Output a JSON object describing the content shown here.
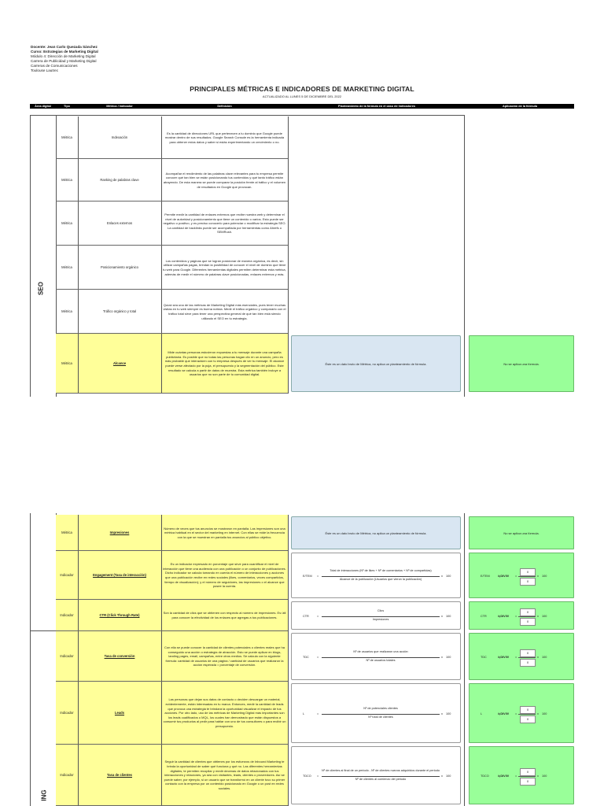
{
  "header": {
    "docente": "Docente: Jean Carlo Quezada Sánchez",
    "curso": "Curso: Estrategias de Marketing Digital",
    "modulo": "Módulo 4: Dirección de Marketing Digital",
    "carrera1": "Carrera de Publicidad y Marketing Digital",
    "carrera2": "Carreras de Comunicaciones",
    "inst": "Toulouse Lautrec"
  },
  "title": "PRINCIPALES MÉTRICAS E INDICADORES DE MARKETING DIGITAL",
  "subtitle": "ACTUALIZADO AL LUNES 5 DE DICIEMBRE DEL 2022",
  "columns": {
    "area": "Área digital",
    "tipo": "Tipo",
    "metrica": "Métrica / Indicador",
    "definicion": "Definición",
    "planteamiento": "Planteamiento de la fórmula en el caso de Indicadores",
    "aplicacion": "Aplicación de la fórmula"
  },
  "areas": {
    "seo": "SEO",
    "ing": "ING"
  },
  "page1_rows": [
    {
      "tipo": "Métrica",
      "metrica": "Indexación",
      "definicion": "Es la cantidad de direcciones URL que pertenecen a tu dominio que Google puede mostrar dentro de sus resultados. Google Search Console es la herramienta indicada para obtener estos datos y saber si estás experimentando un crecimiento o no."
    },
    {
      "tipo": "Métrica",
      "metrica": "Ranking de palabras clave",
      "definicion": "Acompañar el rendimiento de las palabras clave relevantes para tu empresa permite conocer qué tan bien se están posicionando tus contenidos y qué tanto tráfico están atrayendo. De esta manera se puede comparar la posición frente al tráfico y el volumen de resultados en Google que provocan."
    },
    {
      "tipo": "Métrica",
      "metrica": "Enlaces externos",
      "definicion": "Permite medir la cantidad de enlaces externos que recibe nuestra web y determinar el nivel de autoridad y posicionamiento que tiene un contenido o varios. Esto puede ser negativo o positivo, y es preciso conocerlo para potenciar o modificar la estrategia SEO. La cantidad de backlinks puede ser acompañada por herramientas como Ahrefs o SEMRush."
    },
    {
      "tipo": "Métrica",
      "metrica": "Posicionamiento orgánico",
      "definicion": "Los contenidos y páginas que se logran posicionar de manera orgánica, es decir, sin utilizar campañas pagas, brindan la posibilidad de conocer el nivel de dominio que tiene tu web para Google. Diferentes herramientas digitales permiten determinar esta métrica, además de medir el número de palabras clave posicionadas, enlaces externos y más."
    },
    {
      "tipo": "Métrica",
      "metrica": "Tráfico orgánico y total",
      "definicion": "Quizá sea una de las métricas de Marketing Digital más esenciales, pues tener muchas visitas en tu web siempre es buena noticia. Medir el tráfico orgánico y compararlo con el tráfico total sirve para tener una perspectiva general de qué tan bien está siendo utilizado el SEO en tu estrategia."
    },
    {
      "tipo": "Métrica",
      "metrica": "Alcance",
      "definicion": "Mide cuántas personas estuvieron expuestas a tu mensaje durante una campaña publicitaria. Es posible que no todas las personas hagan clic en un anuncio, pero es más probable que interactúen con tu empresa después de ver tu mensaje. El alcance puede verse afectado por la puja, el presupuesto y la segmentación del público. Este resultado se calcula a partir de datos de muestra. Esta métrica también incluye a usuarios que no son parte de tu comunidad digital.",
      "plan": "Éste es un dato bruto de Métrica, no aplica un planteamiento de fórmula.",
      "apl": "No se aplica una fórmula."
    }
  ],
  "page2_rows": [
    {
      "tipo": "Métrica",
      "metrica": "Impresiones",
      "definicion": "Número de veces que tus anuncios se mostraron en pantalla. Las impresiones son una métrica habitual en el sector del marketing en internet. Con ellas se mide la frecuencia con la que se muestran en pantalla tus anuncios al público objetivo.",
      "plan": "Éste es un dato bruto de Métrica, no aplica un planteamiento de fórmula.",
      "apl": "No se aplica una fórmula."
    },
    {
      "tipo": "Indicador",
      "metrica": "Engagement (Tasa de interacción)",
      "definicion": "Es un indicador expresado en porcentaje que sirve para cuantificar el nivel de interacción que tiene una audiencia con una publicación o un conjunto de publicaciones. Dicho indicador se calcula tomando en cuenta el número de interacciones y acciones que una publicación recibe en redes sociales (likes, comentarios, veces compartidos, tiempo de visualización); y el número de seguidores, las impresiones o el alcance que posee la cuenta.",
      "f_label": "E/TEM",
      "f_num": "Total de interacciones (Nº de likes + Nº de comentarios + Nº de compartidas)",
      "f_den": "Alcance de la publicación (Usuarios que vieron la publicación)",
      "a_label": "E/TEM",
      "a_res": "#¡DIV/0!"
    },
    {
      "tipo": "Indicador",
      "metrica": "CTR (Click Through Rate)",
      "definicion": "Son la cantidad de clics que se obtienen con respecto al número de impresiones. Es útil para conocer la efectividad de los enlaces que agregas a tus publicaciones.",
      "f_label": "CTR",
      "f_num": "Clics",
      "f_den": "Impresiones",
      "a_label": "CTR",
      "a_res": "#¡DIV/0!"
    },
    {
      "tipo": "Indicador",
      "metrica": "Tasa de conversión",
      "definicion": "Con ella se puede conocer la cantidad de clientes potenciales o clientes reales que ha conseguido una acción o estrategia de atracción. Esto se puede aplicar en blogs, landing pages, email, campañas, entre otros medios. Se calcula con la siguiente fórmula: cantidad de usuarios de una página / cantidad de usuarios que realizaron la acción esperada = porcentaje de conversión.",
      "f_label": "TDC",
      "f_num": "Nº de usuarios que realizaron una acción",
      "f_den": "Nº de usuarios totales",
      "a_label": "TDC",
      "a_res": "#¡DIV/0!"
    },
    {
      "tipo": "Indicador",
      "metrica": "Leads",
      "definicion": "Las personas que dejan sus datos de contacto o deciden descargar un material, evidentemente, están interesadas en tu marca. Entonces, medir la cantidad de leads que provoca una estrategia te brindará la oportunidad visualizar el impacto de tus acciones. Por otro lado, uso de las métricas de Marketing Digital más importantes son los leads cualificados o MQL, los cuales han demostrado que están dispuestos a consumir tus productos al pedir para hablar con uno de tus consultores o para recibir un presupuesto.",
      "f_label": "L",
      "f_num": "Nº de potenciales clientes",
      "f_den": "Nº total de clientes",
      "a_label": "L",
      "a_res": "#¡DIV/0!"
    },
    {
      "tipo": "Indicador",
      "metrica": "Tasa de clientes",
      "definicion": "Seguir la cantidad de clientes que obtienes por los esfuerzos de Inbound Marketing te brinda la oportunidad de saber qué funciona y qué no. Las diferentes herramientas digitales, te permiten recopilar y medir decenas de datos relacionados con tus interacciones y relaciones, ya sea con visitantes, leads, clientes o proveedores. Así se puede saber, por ejemplo, si un usuario que se transformó en un cliente tuvo su primer contacto con la empresa por un contenido posicionado en Google o un post en redes sociales.",
      "f_label": "TDCO",
      "f_num": "Nº de clientes al final de un periodo - Nº de clientes nuevos adquiridos durante el periodo",
      "f_den": "Nº de clientes al comienzo del periodo",
      "a_label": "TDCO",
      "a_res": "#¡DIV/0!"
    }
  ],
  "formula_common": {
    "times": "x",
    "hundred": "100",
    "zero": "0",
    "eq": "=",
    "minus": "-"
  }
}
